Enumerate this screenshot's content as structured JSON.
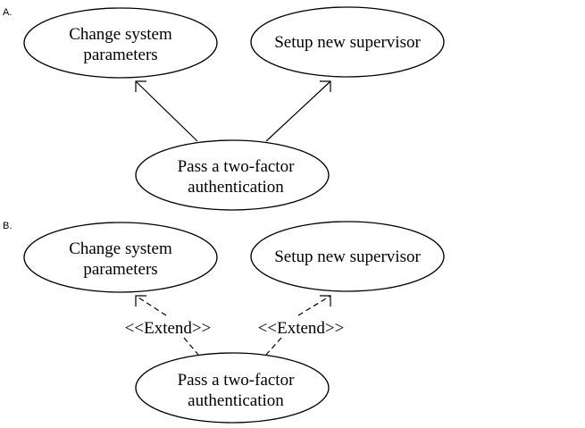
{
  "diagram_a": {
    "label": "A.",
    "change_system": {
      "line1": "Change system",
      "line2": "parameters"
    },
    "setup_supervisor": {
      "line1": "Setup new supervisor"
    },
    "two_factor": {
      "line1": "Pass a two-factor",
      "line2": "authentication"
    }
  },
  "diagram_b": {
    "label": "B.",
    "change_system": {
      "line1": "Change system",
      "line2": "parameters"
    },
    "setup_supervisor": {
      "line1": "Setup new supervisor"
    },
    "two_factor": {
      "line1": "Pass a two-factor",
      "line2": "authentication"
    },
    "extend_left": "<<Extend>>",
    "extend_right": "<<Extend>>"
  }
}
